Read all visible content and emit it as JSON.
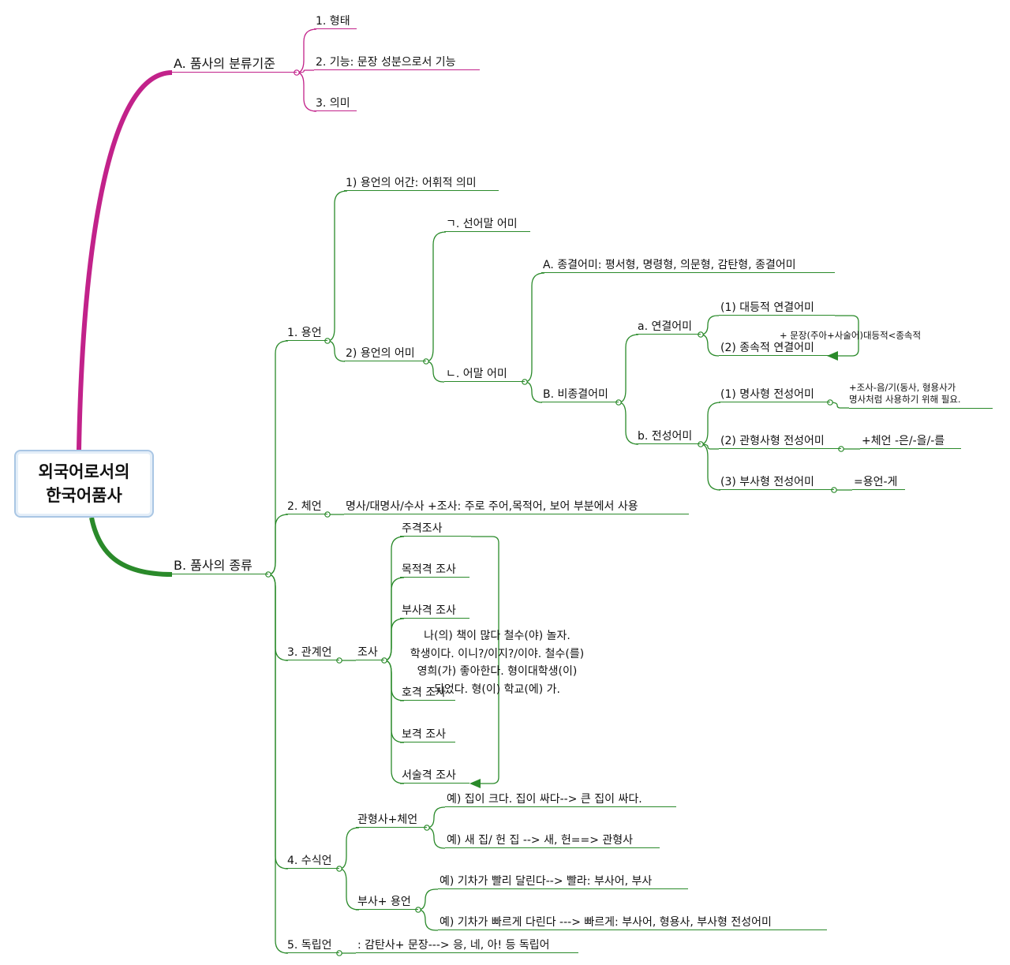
{
  "root": {
    "title": "외국어로서의\n한국어품사"
  },
  "branch_a": {
    "label": "A. 품사의 분류기준",
    "children": [
      "1. 형태",
      "2. 기능: 문장 성분으로서 기능",
      "3. 의미"
    ]
  },
  "branch_b": {
    "label": "B. 품사의 종류",
    "yongeon": {
      "label": "1. 용언",
      "stem": "1) 용언의 어간: 어휘적 의미",
      "ending": "2) 용언의 어미",
      "pre_final": "ㄱ. 선어말 어미",
      "final": "ㄴ. 어말 어미",
      "terminal": "A. 종결어미: 평서형, 명령형, 의문형, 감탄형, 종결어미",
      "non_terminal": "B. 비종결어미",
      "connective": "a. 연결어미",
      "coordinate": "(1) 대등적 연결어미",
      "subordinate": "(2) 종속적 연결어미",
      "connective_note": "+ 문장(주아+사술어)대등적<종속적",
      "transform": "b. 전성어미",
      "nominal": "(1) 명사형 전성어미",
      "nominal_note_1": "+조사-음/기(동사, 형용사가",
      "nominal_note_2": "명사처럼 사용하기 위해 필요.",
      "adnominal": "(2) 관형사형 전성어미",
      "adnominal_note": "+체언 -은/-을/-를",
      "adverbial": "(3) 부사형 전성어미",
      "adverbial_note": "=용언-게"
    },
    "cheeon": {
      "label": "2. 체언",
      "desc": "명사/대명사/수사 +조사: 주로 주어,목적어, 보어 부분에서 사용"
    },
    "gwangyeeon": {
      "label": "3. 관계언",
      "josa": "조사",
      "items": [
        "주격조사",
        "목적격 조사",
        "부사격 조사",
        "호격 조사",
        "보격 조사",
        "서술격 조사"
      ],
      "note": [
        "나(의) 책이 많다 철수(야) 놀자.",
        "학생이다. 이니?/이지?/이야. 철수(를)",
        "영희(가) 좋아한다. 형이대학생(이)",
        "되었다. 형(이) 학교(에) 가."
      ]
    },
    "susigeon": {
      "label": "4. 수식언",
      "gwanhyeong": "관형사+체언",
      "gwanhyeong_ex": [
        "예) 집이 크다. 집이 싸다--> 큰 집이 싸다.",
        "예) 새 집/ 헌 집 --> 새, 헌==> 관형사"
      ],
      "busa": "부사+ 용언",
      "busa_ex": [
        "예) 기차가 빨리 달린다--> 빨라: 부사어, 부사",
        "예) 기차가 빠르게 다린다 ---> 빠르게: 부사어, 형용사, 부사형 전성어미"
      ]
    },
    "dongnibeon": {
      "label": "5. 독립언",
      "desc": ": 감탄사+ 문장---> 응, 네, 아! 등 독립어"
    }
  },
  "colors": {
    "branch_a": "#c2228a",
    "branch_b": "#2a8a2a",
    "root_border": "#a9c6e4"
  }
}
